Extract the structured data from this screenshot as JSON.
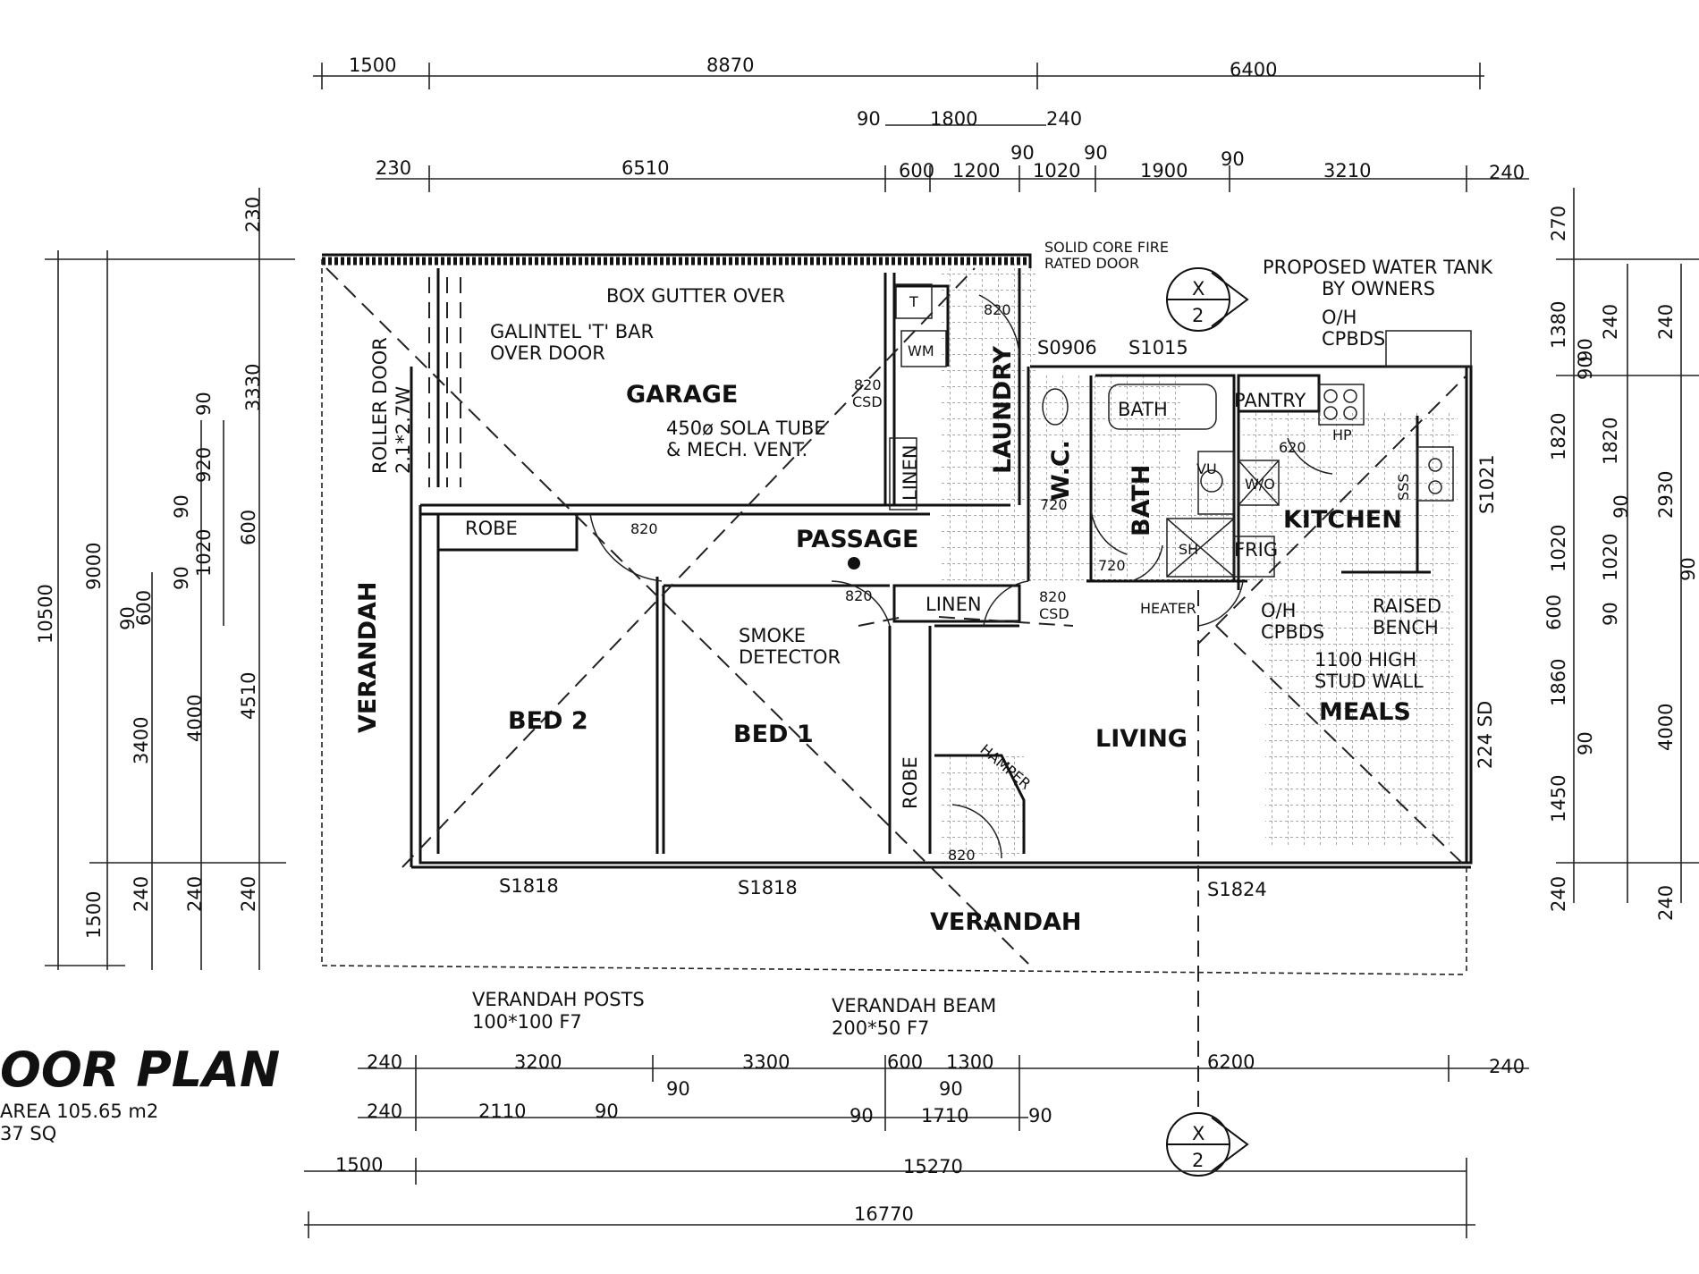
{
  "title": "OOR PLAN",
  "area_line1": "AREA 105.65 m2",
  "area_line2": "37 SQ",
  "rooms": {
    "garage": "GARAGE",
    "laundry": "LAUNDRY",
    "wc": "W.C.",
    "bath": "BATH",
    "bath_tub": "BATH",
    "kitchen": "KITCHEN",
    "passage": "PASSAGE",
    "bed2": "BED 2",
    "bed1": "BED 1",
    "living": "LIVING",
    "meals": "MEALS",
    "verandah_left": "VERANDAH",
    "verandah_bottom": "VERANDAH",
    "robe_top": "ROBE",
    "robe_side": "ROBE",
    "linen_passage": "LINEN",
    "linen_laundry": "LINEN",
    "pantry": "PANTRY"
  },
  "notes": {
    "box_gutter": "BOX GUTTER OVER",
    "galintel_1": "GALINTEL 'T' BAR",
    "galintel_2": "OVER DOOR",
    "roller_1": "ROLLER DOOR",
    "roller_2": "2.1*2.7W",
    "sola_1": "450ø SOLA TUBE",
    "sola_2": "& MECH. VENT.",
    "solid_1": "SOLID CORE FIRE",
    "solid_2": "RATED DOOR",
    "tank_1": "PROPOSED WATER TANK",
    "tank_2": "BY OWNERS",
    "oh_cpbds_top_1": "O/H",
    "oh_cpbds_top_2": "CPBDS",
    "oh_cpbds_bot_1": "O/H",
    "oh_cpbds_bot_2": "CPBDS",
    "smoke_1": "SMOKE",
    "smoke_2": "DETECTOR",
    "raised_1": "RAISED",
    "raised_2": "BENCH",
    "stud_1": "1100 HIGH",
    "stud_2": "STUD WALL",
    "posts_1": "VERANDAH POSTS",
    "posts_2": "100*100 F7",
    "beam_1": "VERANDAH BEAM",
    "beam_2": "200*50 F7",
    "heater": "HEATER",
    "hamper": "HAMPER",
    "csd_1": "820\nCSD",
    "frig": "FRIG",
    "wm": "WM",
    "t_tub": "T",
    "vu": "VU",
    "hp": "HP",
    "sss": "SSS",
    "sd": "224 SD",
    "sh": "SH",
    "wo": "W/O"
  },
  "windows": {
    "s0906": "S0906",
    "s1015": "S1015",
    "s1021": "S1021",
    "s1818a": "S1818",
    "s1818b": "S1818",
    "s1824": "S1824"
  },
  "doors": {
    "d820_laundry": "820",
    "d820_csd_a": "820",
    "d820_csd_a2": "CSD",
    "d820_robe": "820",
    "d820_bed1": "820",
    "d820_csd_b": "820",
    "d820_csd_b2": "CSD",
    "d720_wc": "720",
    "d720_bath": "720",
    "d620": "620",
    "d820_ens": "820"
  },
  "section_marker": {
    "top": "X",
    "bottom": "2"
  },
  "dims_top": {
    "r1": [
      "1500",
      "8870",
      "6400"
    ],
    "r2": [
      "90",
      "1800",
      "240",
      "90"
    ],
    "r3": [
      "230",
      "6510",
      "600",
      "1200",
      "1020",
      "90",
      "1900",
      "90",
      "3210",
      "240"
    ]
  },
  "dims_left": {
    "outer": [
      "10500"
    ],
    "c2": [
      "9000",
      "1500"
    ],
    "c3": [
      "90",
      "3400",
      "240"
    ],
    "c4": [
      "600",
      "90",
      "4000",
      "240"
    ],
    "c5": [
      "90",
      "1020",
      "920",
      "90"
    ],
    "c6": [
      "230",
      "3330",
      "600",
      "4510",
      "240"
    ]
  },
  "dims_right": {
    "c1": [
      "270",
      "1380",
      "90",
      "1820",
      "1020",
      "600",
      "1860",
      "1450",
      "240"
    ],
    "c2": [
      "240",
      "90",
      "1820",
      "90",
      "1020",
      "90",
      "90"
    ],
    "c3": [
      "240",
      "2930",
      "4000",
      "240"
    ],
    "c4": [
      "90"
    ]
  },
  "dims_bottom": {
    "r1": [
      "240",
      "3200",
      "90",
      "3300",
      "600",
      "1300",
      "90",
      "6200",
      "240"
    ],
    "r2": [
      "240",
      "2110",
      "90",
      "90",
      "1710",
      "90"
    ],
    "r3": [
      "1500",
      "15270"
    ],
    "r4": [
      "16770"
    ]
  }
}
